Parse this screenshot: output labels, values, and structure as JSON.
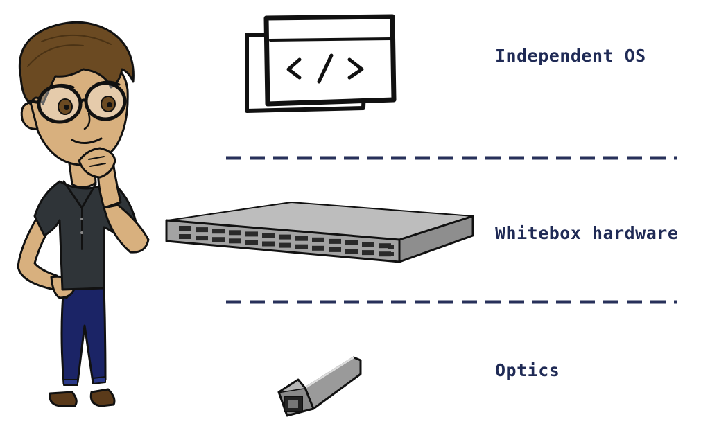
{
  "layers": [
    {
      "label": "Independent OS",
      "icon": "code-window-icon"
    },
    {
      "label": "Whitebox hardware",
      "icon": "network-switch-icon"
    },
    {
      "label": "Optics",
      "icon": "optical-transceiver-icon"
    }
  ],
  "colors": {
    "label_text": "#1f2a55",
    "divider": "#27305a",
    "outline": "#111111",
    "switch_body": "#a9a9a9",
    "switch_top": "#bdbdbd",
    "skin": "#d8b07e",
    "hair": "#6b4a22",
    "shirt": "#2f3438",
    "jeans": "#1b2466",
    "shoes": "#5a3a1a"
  },
  "figure": {
    "icon": "thinking-person-illustration"
  }
}
